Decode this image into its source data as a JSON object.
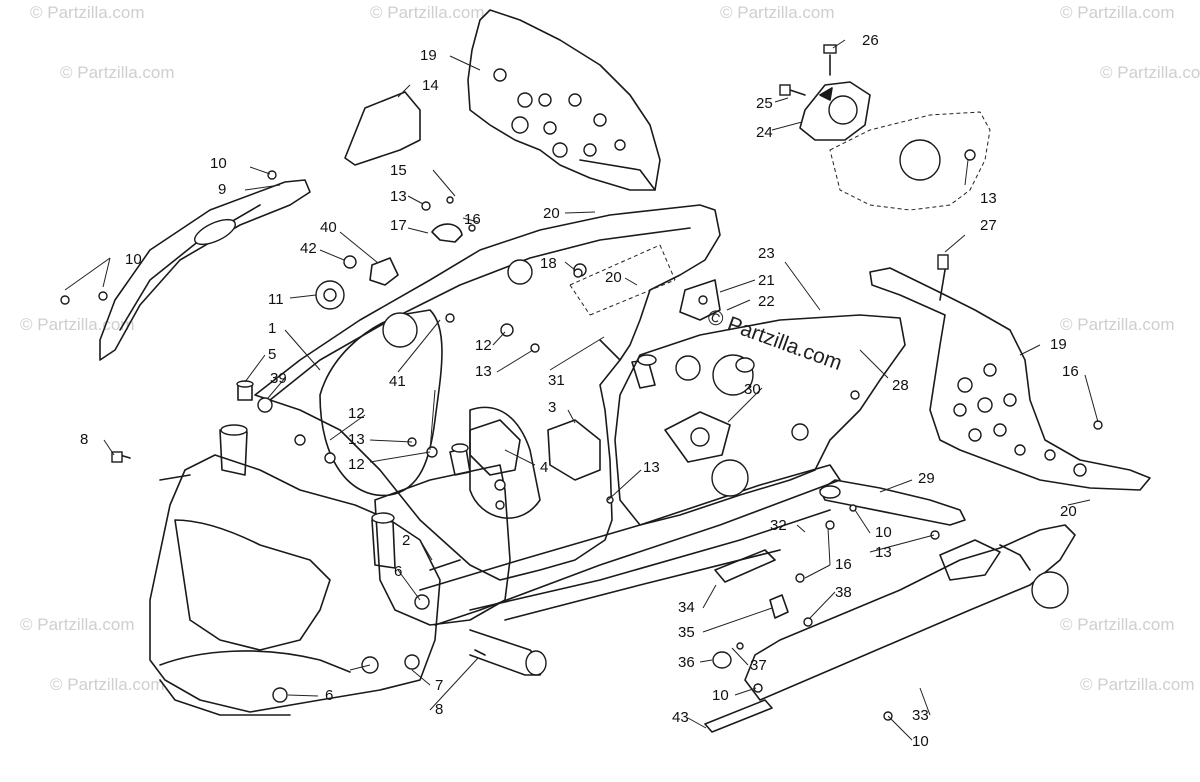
{
  "watermark": {
    "text": "© Partzilla.com",
    "center_text": "© Partzilla.com"
  },
  "callouts": [
    "26",
    "19",
    "14",
    "25",
    "24",
    "10",
    "9",
    "15",
    "13",
    "16",
    "17",
    "20",
    "40",
    "42",
    "10",
    "11",
    "18",
    "20",
    "23",
    "21",
    "22",
    "27",
    "13",
    "1",
    "5",
    "39",
    "12",
    "13",
    "41",
    "31",
    "19",
    "16",
    "28",
    "12",
    "13",
    "12",
    "3",
    "30",
    "8",
    "4",
    "13",
    "29",
    "20",
    "32",
    "10",
    "13",
    "2",
    "6",
    "16",
    "38",
    "34",
    "35",
    "36",
    "37",
    "7",
    "8",
    "6",
    "10",
    "43",
    "33",
    "10"
  ]
}
